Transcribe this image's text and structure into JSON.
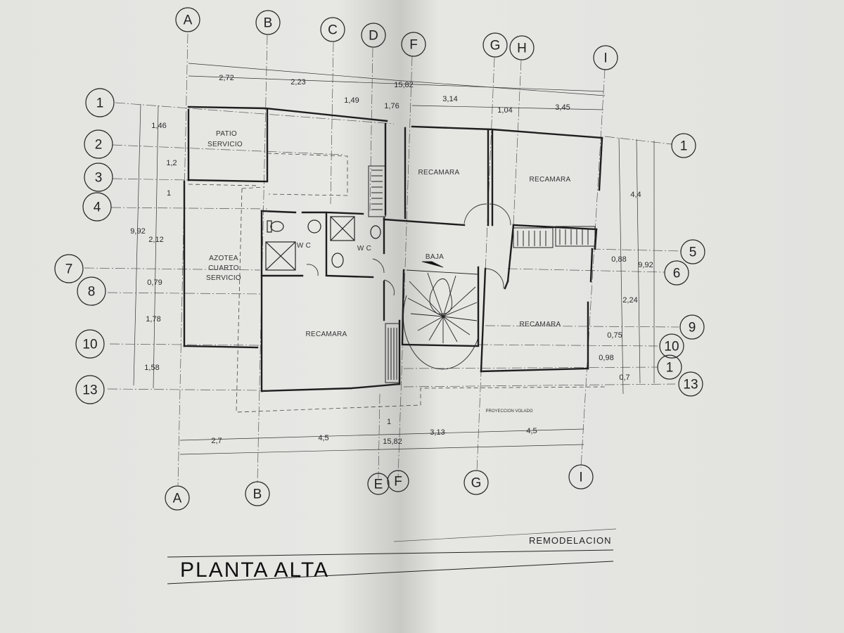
{
  "drawing": {
    "title": "PLANTA ALTA",
    "subtitle": "REMODELACION"
  },
  "axes": {
    "top": [
      "A",
      "B",
      "C",
      "D",
      "F",
      "G",
      "H",
      "I"
    ],
    "bottom": [
      "A",
      "B",
      "E",
      "F",
      "G",
      "I"
    ],
    "left": [
      "1",
      "2",
      "3",
      "4",
      "7",
      "8",
      "10",
      "13"
    ],
    "right": [
      "1",
      "5",
      "6",
      "9",
      "10",
      "1",
      "13"
    ]
  },
  "rooms": {
    "patio_1": "PATIO",
    "patio_2": "SERVICIO",
    "azotea_1": "AZOTEA",
    "azotea_2": "CUARTO",
    "azotea_3": "SERVICIO",
    "wc_1": "W C",
    "wc_2": "W C",
    "recamara_1": "RECAMARA",
    "recamara_2": "RECAMARA",
    "recamara_3": "RECAMARA",
    "recamara_4": "RECAMARA",
    "baja": "BAJA",
    "proyeccion": "PROYECCION VOLADO"
  },
  "dimensions": {
    "top": [
      "2,72",
      "2,23",
      "15,82",
      "1,49",
      "1,76",
      "3,14",
      "1,04",
      "3,45"
    ],
    "left": [
      "1,46",
      "1,2",
      "1",
      "9,92",
      "2,12",
      "0,79",
      "1,78",
      "1,58"
    ],
    "right": [
      "4,4",
      "0,88",
      "9,92",
      "2,24",
      "0,75",
      "0,98",
      "0,7"
    ],
    "bottom": [
      "2,7",
      "4,5",
      "1",
      "3,13",
      "4,5",
      "15,82"
    ]
  }
}
